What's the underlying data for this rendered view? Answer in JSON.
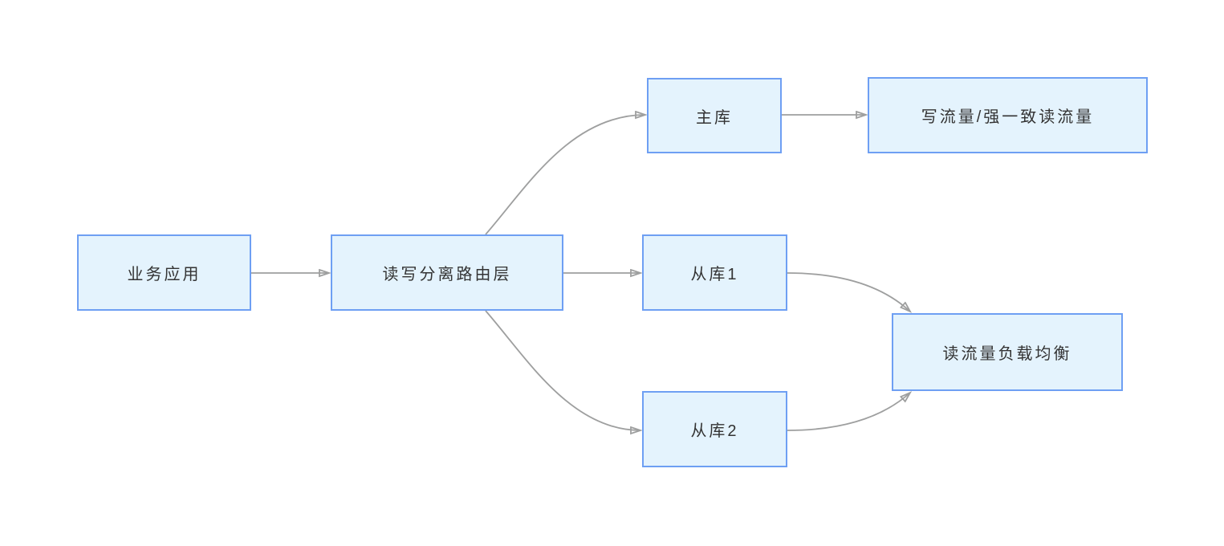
{
  "diagram": {
    "type": "flowchart",
    "background": "#FFFFFF",
    "nodes": {
      "app": {
        "label": "业务应用"
      },
      "router": {
        "label": "读写分离路由层"
      },
      "primary": {
        "label": "主库"
      },
      "write": {
        "label": "写流量/强一致读流量"
      },
      "replica1": {
        "label": "从库1"
      },
      "replica2": {
        "label": "从库2"
      },
      "readlb": {
        "label": "读流量负载均衡"
      }
    },
    "edges": [
      {
        "from": "业务应用",
        "to": "读写分离路由层",
        "style": "straight-arrow"
      },
      {
        "from": "读写分离路由层",
        "to": "主库",
        "style": "curved-arrow"
      },
      {
        "from": "读写分离路由层",
        "to": "从库1",
        "style": "straight-arrow"
      },
      {
        "from": "读写分离路由层",
        "to": "从库2",
        "style": "curved-arrow"
      },
      {
        "from": "主库",
        "to": "写流量/强一致读流量",
        "style": "straight-arrow"
      },
      {
        "from": "从库1",
        "to": "读流量负载均衡",
        "style": "curved-arrow"
      },
      {
        "from": "从库2",
        "to": "读流量负载均衡",
        "style": "curved-arrow"
      }
    ],
    "colors": {
      "node_fill": "#E4F3FD",
      "node_border": "#6E9FF3",
      "connector": "#9E9F9F",
      "arrowhead_fill": "#B0B0B0",
      "arrowhead_stroke": "#8A8A8A",
      "text": "#333333"
    }
  }
}
